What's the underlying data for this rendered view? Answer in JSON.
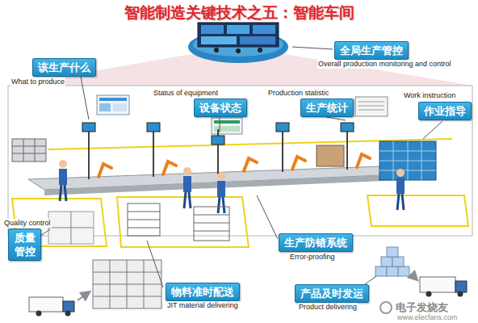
{
  "diagram": {
    "title": "智能制造关键技术之五：智能车间",
    "nodes": [
      {
        "text": [
          "全局生产管控",
          "Overall production monitoring and control"
        ]
      },
      {
        "text": [
          "该生产什么",
          "What to produce"
        ]
      },
      {
        "text": [
          "设备状态",
          "Status of equipment"
        ]
      },
      {
        "text": [
          "生产统计",
          "Production statistic"
        ]
      },
      {
        "text": [
          "作业指导",
          "Work instruction"
        ]
      },
      {
        "text": [
          "质量 管控",
          "Quality control"
        ]
      },
      {
        "text": [
          "生产防错系统",
          "Error-proofing"
        ]
      },
      {
        "text": [
          "物料准时配送",
          "JIT material delivering"
        ]
      },
      {
        "text": [
          "产品及时发运",
          "Product delivering"
        ]
      }
    ],
    "labels": [
      "电子发烧友",
      "www.elecfans.com"
    ]
  }
}
